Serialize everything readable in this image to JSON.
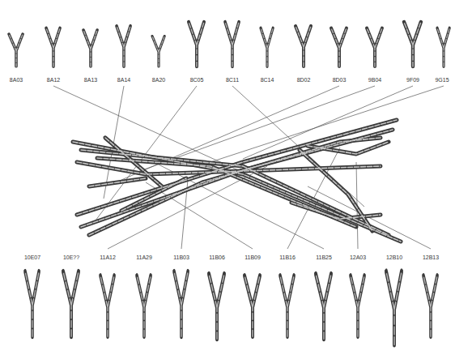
{
  "diagram": {
    "labels": [
      "8A03",
      "8A12",
      "8A13",
      "8A14",
      "8A20",
      "8C05",
      "8C11",
      "8C14",
      "8D02",
      "8D03",
      "9B04",
      "9F09",
      "9G15",
      "10E07",
      "10E??",
      "11A12",
      "11A29",
      "11B03",
      "11B06",
      "11B09",
      "11B16",
      "11B25",
      "12A03",
      "12B10",
      "12B13"
    ]
  }
}
